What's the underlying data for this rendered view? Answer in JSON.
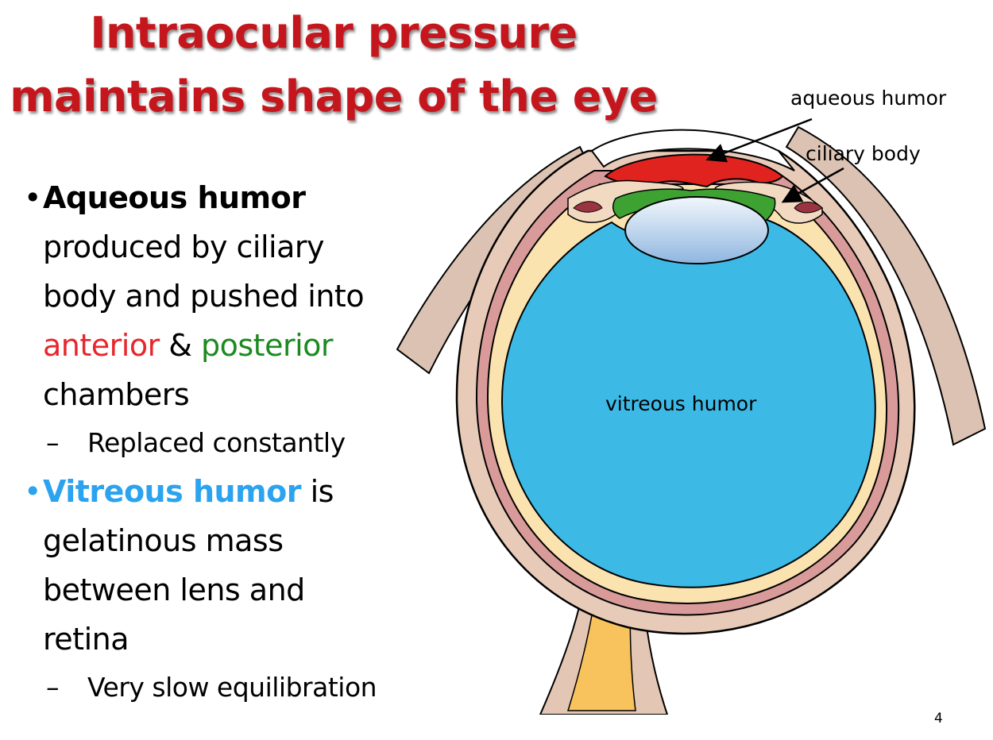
{
  "title": {
    "line1": "Intraocular pressure",
    "line2": "maintains shape of the eye"
  },
  "bullets": [
    {
      "lead": "Aqueous humor",
      "text1": "produced by ciliary",
      "text2": "body and pushed into",
      "red_word": "anterior",
      "amp": " & ",
      "green_word": "posterior",
      "text3": "chambers",
      "sub": "Replaced constantly"
    },
    {
      "lead": "Vitreous humor",
      "lead_after": " is",
      "text1": "gelatinous mass",
      "text2": "between lens and",
      "text3": "retina",
      "sub": "Very slow equilibration"
    }
  ],
  "diagram": {
    "labels": {
      "aqueous": "aqueous humor",
      "ciliary": "ciliary body",
      "vitreous": "vitreous humor"
    },
    "colors": {
      "aqueous": "#e1231f",
      "posterior_chamber": "#3ea233",
      "vitreous": "#3db9e6",
      "lens": "#cfe4f4",
      "sclera": "#e7cbb8",
      "choroid": "#d99a9a",
      "retina": "#fbe3b0",
      "optic_nerve": "#f8c25c"
    }
  },
  "page_number": "4"
}
